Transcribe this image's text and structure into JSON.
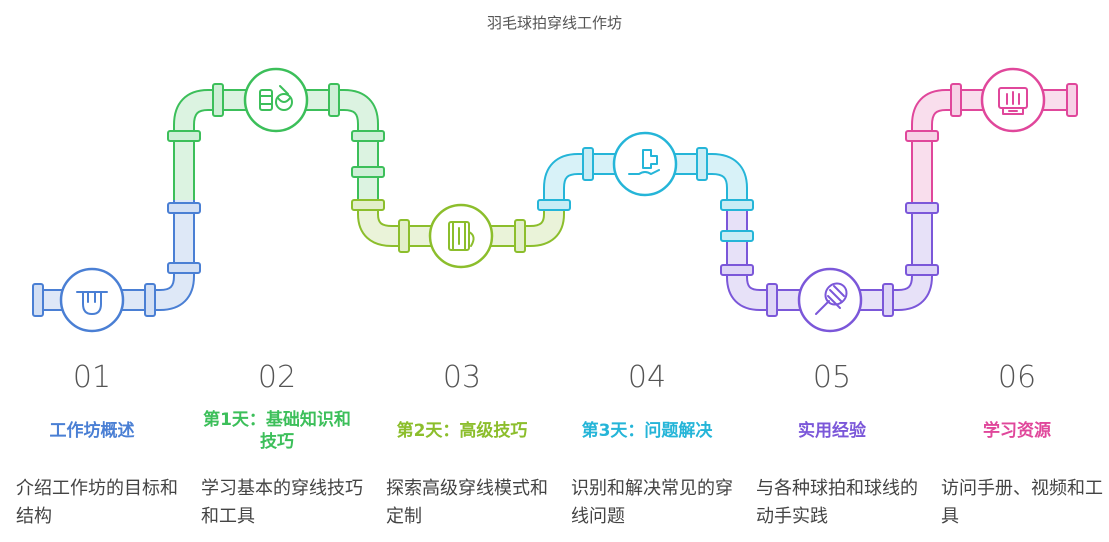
{
  "title": "羽毛球拍穿线工作坊",
  "steps": [
    {
      "num": "01",
      "heading": "工作坊概述",
      "desc": "介绍工作坊的目标和结构",
      "color": "#4a7fd4",
      "icon": "hand-holding-string-icon"
    },
    {
      "num": "02",
      "heading": "第1天：基础知识和技巧",
      "desc": "学习基本的穿线技巧和工具",
      "color": "#3cbf5a",
      "icon": "spools-and-yarn-icon"
    },
    {
      "num": "03",
      "heading": "第2天：高级技巧",
      "desc": "探索高级穿线模式和定制",
      "color": "#8cbe2c",
      "icon": "thread-spool-icon"
    },
    {
      "num": "04",
      "heading": "第3天：问题解决",
      "desc": "识别和解决常见的穿线问题",
      "color": "#25b5d8",
      "icon": "puzzle-hand-icon"
    },
    {
      "num": "05",
      "heading": "实用经验",
      "desc": "与各种球拍和球线的动手实践",
      "color": "#7b57d9",
      "icon": "racket-icon"
    },
    {
      "num": "06",
      "heading": "学习资源",
      "desc": "访问手册、视频和工具",
      "color": "#e0479b",
      "icon": "toolbox-icon"
    }
  ]
}
